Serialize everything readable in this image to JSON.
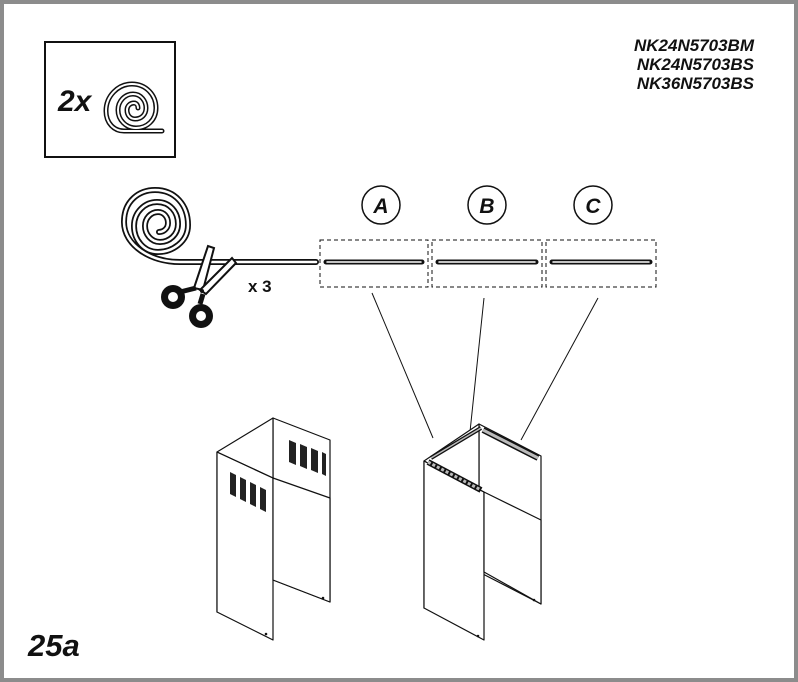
{
  "quantity_label": "2x",
  "models": [
    "NK24N5703BM",
    "NK24N5703BS",
    "NK36N5703BS"
  ],
  "cut_count_label": "x 3",
  "callouts": [
    "A",
    "B",
    "C"
  ],
  "step_label": "25a",
  "icons": {
    "coil": "gasket-coil-icon",
    "scissors": "scissors-icon"
  }
}
